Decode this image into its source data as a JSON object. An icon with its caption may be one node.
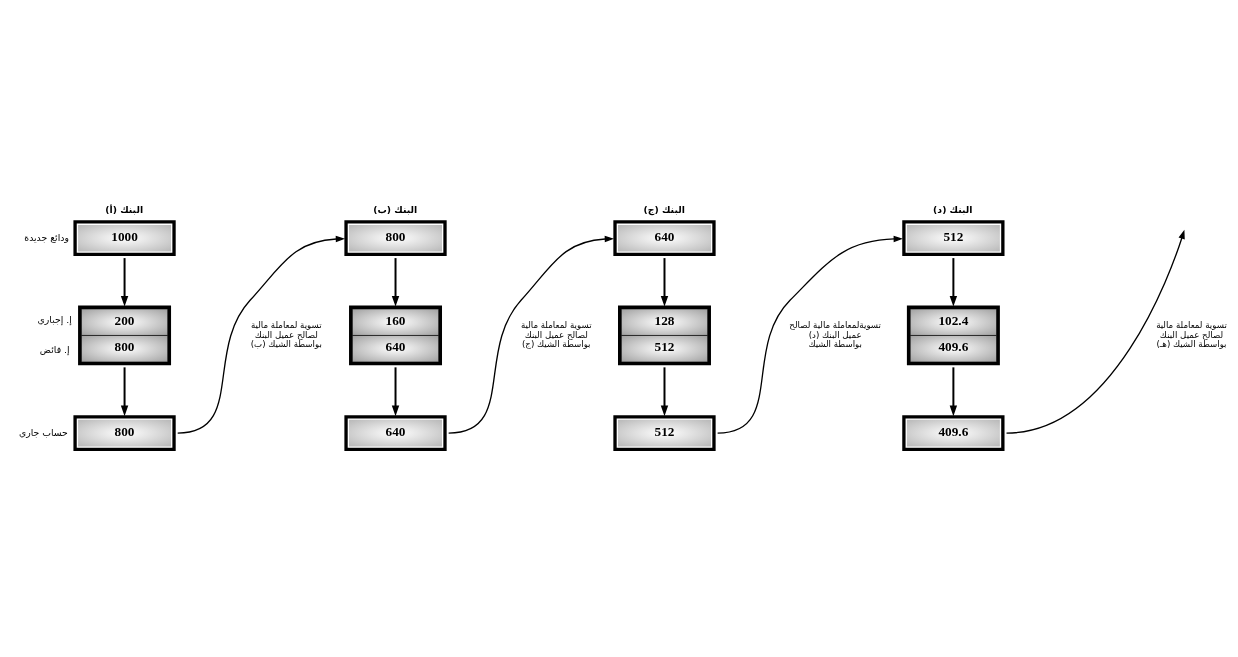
{
  "diagram": {
    "nodes": [
      {
        "text": [
          "البنك (أ)",
          "1000"
        ],
        "beside": [
          "ودائع جديدة"
        ]
      },
      {
        "text": [
          "200",
          "800"
        ],
        "beside": [
          "إ. إجباري",
          "إ. فائض"
        ]
      },
      {
        "text": [
          "800"
        ],
        "beside": [
          "حساب جاري"
        ]
      },
      {
        "text": [
          "البنك (ب)",
          "800"
        ]
      },
      {
        "text": [
          "160",
          "640"
        ]
      },
      {
        "text": [
          "640"
        ]
      },
      {
        "text": [
          "البنك (ج)",
          "640"
        ]
      },
      {
        "text": [
          "128",
          "512"
        ]
      },
      {
        "text": [
          "512"
        ]
      },
      {
        "text": [
          "البنك (د)",
          "512"
        ]
      },
      {
        "text": [
          "102.4",
          "409.6"
        ]
      },
      {
        "text": [
          "409.6"
        ]
      }
    ],
    "edges": [
      {
        "from": 0,
        "to": 1,
        "arrow": "to"
      },
      {
        "from": 1,
        "to": 2,
        "arrow": "to"
      },
      {
        "from": 2,
        "to": 3,
        "arrow": "to",
        "label": "تسوية لمعاملة مالية لصالح عميل البنك (ب) بواسطة الشيك"
      },
      {
        "from": 3,
        "to": 4,
        "arrow": "to"
      },
      {
        "from": 4,
        "to": 5,
        "arrow": "to"
      },
      {
        "from": 5,
        "to": 6,
        "arrow": "to",
        "label": "تسوية لمعاملة مالية لصالح عميل البنك (ج) بواسطة الشيك"
      },
      {
        "from": 6,
        "to": 7,
        "arrow": "to"
      },
      {
        "from": 7,
        "to": 8,
        "arrow": "to"
      },
      {
        "from": 8,
        "to": 9,
        "arrow": "to",
        "label": "تسويةلمعاملة مالية لصالح عميل البنك (د) بواسطة الشيك"
      },
      {
        "from": 9,
        "to": 10,
        "arrow": "to"
      },
      {
        "from": 10,
        "to": 11,
        "arrow": "to"
      },
      {
        "from": 11,
        "to": null,
        "arrow": "to",
        "label": "تسوية لمعاملة مالية لصالح عميل البنك (هـ) بواسطة الشيك"
      }
    ]
  }
}
